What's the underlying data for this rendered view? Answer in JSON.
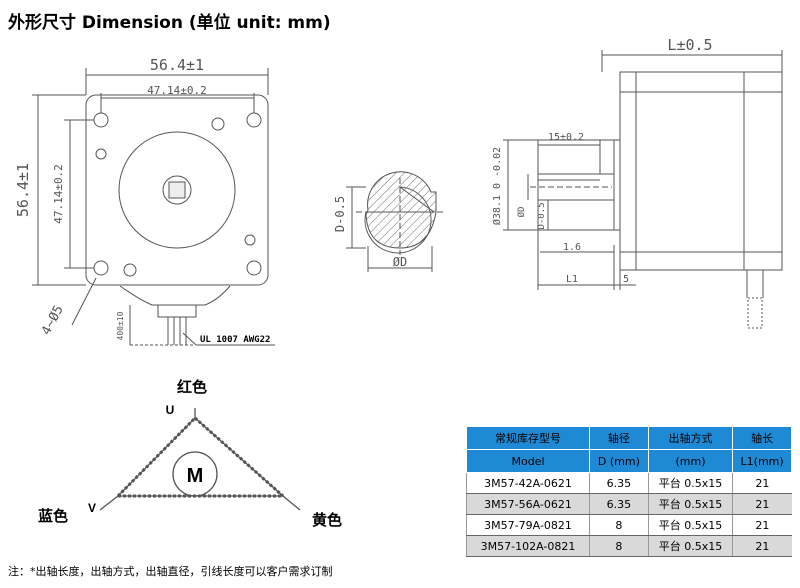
{
  "title": "外形尺寸 Dimension (单位 unit: mm)",
  "front_view": {
    "overall_width": "56.4±1",
    "hole_spacing_h": "47.14±0.2",
    "overall_height": "56.4±1",
    "hole_spacing_v": "47.14±0.2",
    "holes": "4~Ø5",
    "lead_length": "400±10",
    "cable": "UL 1007 AWG22"
  },
  "shaft_section": {
    "flat": "D-0.5",
    "diameter": "ØD"
  },
  "side_view": {
    "length": "L±0.5",
    "flat_length": "15±0.2",
    "pilot_diameter": "Ø38.1 0 -0.02",
    "shaft_diameter": "ØD",
    "flat_depth": "D-0.5",
    "pilot_height": "1.6",
    "shaft_length": "L1",
    "flange": "5"
  },
  "wiring": {
    "center": "M",
    "u_label": "U",
    "v_label": "V",
    "top_color": "红色",
    "left_color": "蓝色",
    "right_color": "黄色"
  },
  "table": {
    "headers_cn": [
      "常规库存型号",
      "轴径",
      "出轴方式",
      "轴长"
    ],
    "headers_en": [
      "Model",
      "D (mm)",
      "(mm)",
      "L1(mm)"
    ],
    "rows": [
      [
        "3M57-42A-0621",
        "6.35",
        "平台 0.5x15",
        "21"
      ],
      [
        "3M57-56A-0621",
        "6.35",
        "平台 0.5x15",
        "21"
      ],
      [
        "3M57-79A-0821",
        "8",
        "平台 0.5x15",
        "21"
      ],
      [
        "3M57-102A-0821",
        "8",
        "平台 0.5x15",
        "21"
      ]
    ]
  },
  "note": "注：*出轴长度，出轴方式，出轴直径，引线长度可以客户需求订制",
  "colors": {
    "header_bg": "#1e8ad6",
    "row_alt": "#d9d9d9",
    "line": "#555555"
  }
}
